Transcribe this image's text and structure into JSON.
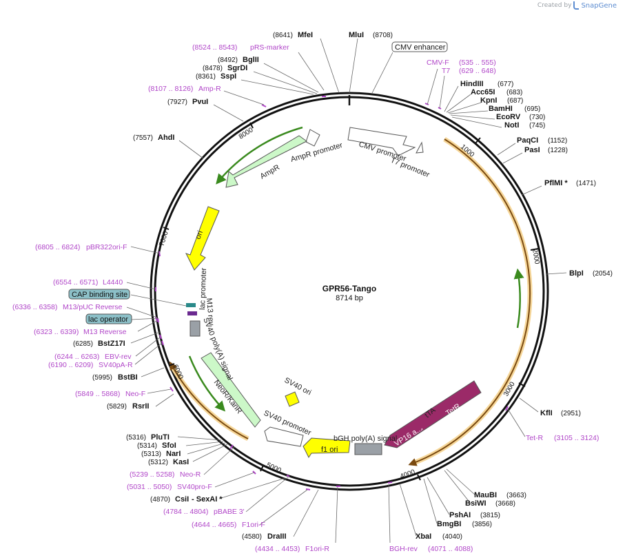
{
  "credit": {
    "prefix": "Created by",
    "brand": "SnapGene"
  },
  "plasmid": {
    "name": "GPR56-Tango",
    "length_label": "8714 bp",
    "length": 8714
  },
  "ticks": [
    "1000",
    "2000",
    "3000",
    "4000",
    "5000",
    "6000",
    "7000",
    "8000"
  ],
  "sites": [
    {
      "name": "MluI",
      "pos": "(8708)"
    },
    {
      "name": "MfeI",
      "pos": "(8641)"
    },
    {
      "name": "BglII",
      "pos": "(8492)"
    },
    {
      "name": "SgrDI",
      "pos": "(8478)"
    },
    {
      "name": "SspI",
      "pos": "(8361)"
    },
    {
      "name": "PvuI",
      "pos": "(7927)"
    },
    {
      "name": "AhdI",
      "pos": "(7557)"
    },
    {
      "name": "HindIII",
      "pos": "(677)"
    },
    {
      "name": "Acc65I",
      "pos": "(683)"
    },
    {
      "name": "KpnI",
      "pos": "(687)"
    },
    {
      "name": "BamHI",
      "pos": "(695)"
    },
    {
      "name": "EcoRV",
      "pos": "(730)"
    },
    {
      "name": "NotI",
      "pos": "(745)"
    },
    {
      "name": "PaqCI",
      "pos": "(1152)"
    },
    {
      "name": "PasI",
      "pos": "(1228)"
    },
    {
      "name": "PflMI *",
      "pos": "(1471)"
    },
    {
      "name": "BlpI",
      "pos": "(2054)"
    },
    {
      "name": "KflI",
      "pos": "(2951)"
    },
    {
      "name": "MauBI",
      "pos": "(3663)"
    },
    {
      "name": "BsiWI",
      "pos": "(3668)"
    },
    {
      "name": "PshAI",
      "pos": "(3815)"
    },
    {
      "name": "BmgBI",
      "pos": "(3856)"
    },
    {
      "name": "XbaI",
      "pos": "(4040)"
    },
    {
      "name": "BstZ17I",
      "pos": "(6285)"
    },
    {
      "name": "BstBI",
      "pos": "(5995)"
    },
    {
      "name": "RsrII",
      "pos": "(5829)"
    },
    {
      "name": "PluTI",
      "pos": "(5316)"
    },
    {
      "name": "SfoI",
      "pos": "(5314)"
    },
    {
      "name": "NarI",
      "pos": "(5313)"
    },
    {
      "name": "KasI",
      "pos": "(5312)"
    },
    {
      "name": "CsiI",
      "pos": "(4870)"
    },
    {
      "name": "SexAI *",
      "pos": ""
    },
    {
      "name": "DraIII",
      "pos": "(4580)"
    }
  ],
  "primers": [
    {
      "name": "pRS-marker",
      "pos": "(8524 .. 8543)"
    },
    {
      "name": "Amp-R",
      "pos": "(8107 .. 8126)"
    },
    {
      "name": "CMV-F",
      "pos": "(535 .. 555)"
    },
    {
      "name": "T7",
      "pos": "(629 .. 648)"
    },
    {
      "name": "pBR322ori-F",
      "pos": "(6805 .. 6824)"
    },
    {
      "name": "L4440",
      "pos": "(6554 .. 6571)"
    },
    {
      "name": "M13/pUC Reverse",
      "pos": "(6336 .. 6358)"
    },
    {
      "name": "M13 Reverse",
      "pos": "(6323 .. 6339)"
    },
    {
      "name": "EBV-rev",
      "pos": "(6244 .. 6263)"
    },
    {
      "name": "SV40pA-R",
      "pos": "(6190 .. 6209)"
    },
    {
      "name": "Neo-F",
      "pos": "(5849 .. 5868)"
    },
    {
      "name": "Tet-R",
      "pos": "(3105 .. 3124)"
    },
    {
      "name": "Neo-R",
      "pos": "(5239 .. 5258)"
    },
    {
      "name": "SV40pro-F",
      "pos": "(5031 .. 5050)"
    },
    {
      "name": "pBABE 3'",
      "pos": "(4784 .. 4804)"
    },
    {
      "name": "F1ori-F",
      "pos": "(4644 .. 4665)"
    },
    {
      "name": "F1ori-R",
      "pos": "(4434 .. 4453)"
    },
    {
      "name": "BGH-rev",
      "pos": "(4071 .. 4088)"
    }
  ],
  "boxed_labels": [
    "CMV enhancer",
    "CAP binding site",
    "lac operator"
  ],
  "features": [
    "CMV promoter",
    "T7 promoter",
    "AmpR promoter",
    "AmpR",
    "ori",
    "lac promoter",
    "M13 rev",
    "SV40 poly(A) signal",
    "NeoR/KanR",
    "SV40 ori",
    "SV40 promoter",
    "f1 ori",
    "bGH poly(A) signal",
    "tTA",
    "TetR",
    "VP16 a..."
  ],
  "colors": {
    "primer": "#b045c8",
    "ampr": "#ccf8c8",
    "ori": "#ffff00",
    "tta": "#9b2a68",
    "orange_orf": "#e08a1e",
    "green_orf": "#3a8a1e",
    "boxed_fill": "#8cc0c8"
  }
}
